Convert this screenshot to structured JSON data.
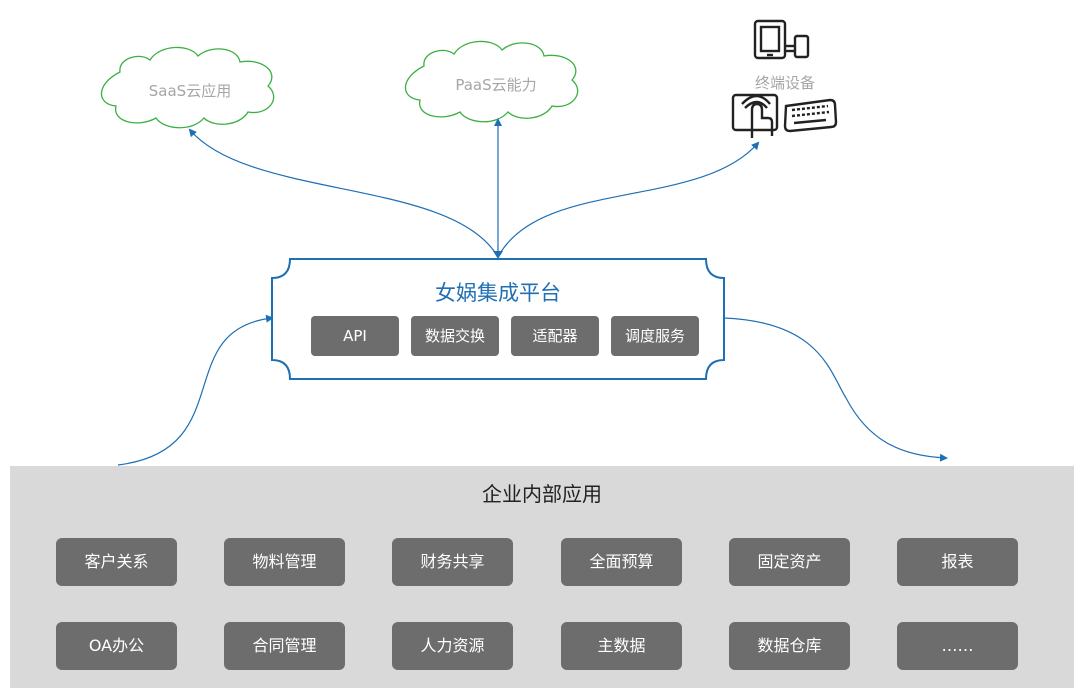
{
  "clouds": [
    {
      "label": "SaaS云应用"
    },
    {
      "label": "PaaS云能力"
    }
  ],
  "devices": {
    "label": "终端设备",
    "icons": [
      "tablet-phone-icon",
      "touch-screen-icon",
      "keyboard-icon"
    ]
  },
  "platform": {
    "title": "女娲集成平台",
    "modules": [
      "API",
      "数据交换",
      "适配器",
      "调度服务"
    ]
  },
  "enterprise": {
    "title": "企业内部应用",
    "apps": [
      "客户关系",
      "物料管理",
      "财务共享",
      "全面预算",
      "固定资产",
      "报表",
      "OA办公",
      "合同管理",
      "人力资源",
      "主数据",
      "数据仓库",
      "……"
    ]
  },
  "colors": {
    "accent": "#1f6fb4",
    "cloud": "#3cb043",
    "chip": "#6d6d6d",
    "panel": "#d9d9d9"
  }
}
